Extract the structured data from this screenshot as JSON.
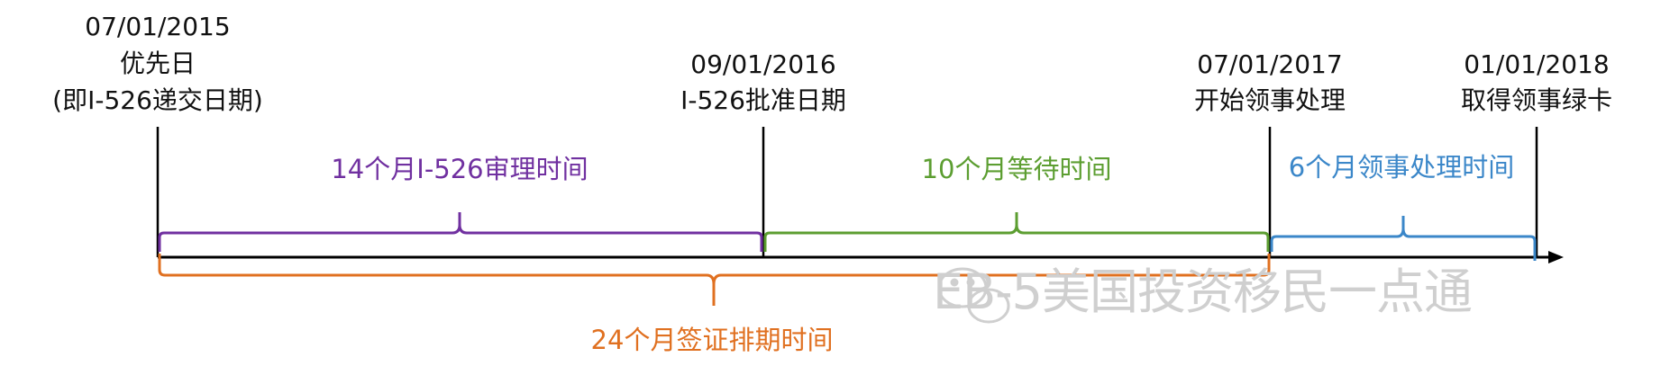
{
  "milestones": [
    {
      "date": "07/01/2015",
      "lines": [
        "优先日",
        "(即I-526递交日期)"
      ]
    },
    {
      "date": "09/01/2016",
      "lines": [
        "I-526批准日期"
      ]
    },
    {
      "date": "07/01/2017",
      "lines": [
        "开始领事处理"
      ]
    },
    {
      "date": "01/01/2018",
      "lines": [
        "取得领事绿卡"
      ]
    }
  ],
  "periods": [
    {
      "label": "14个月I-526审理时间",
      "color": "#7030a0"
    },
    {
      "label": "10个月等待时间",
      "color": "#5c9e31"
    },
    {
      "label": "6个月领事处理时间",
      "color": "#3b87c9"
    }
  ],
  "total": {
    "label": "24个月签证排期时间",
    "color": "#e07020"
  },
  "watermark": {
    "text": "EB-5美国投资移民一点通",
    "icon": "wechat-icon"
  }
}
